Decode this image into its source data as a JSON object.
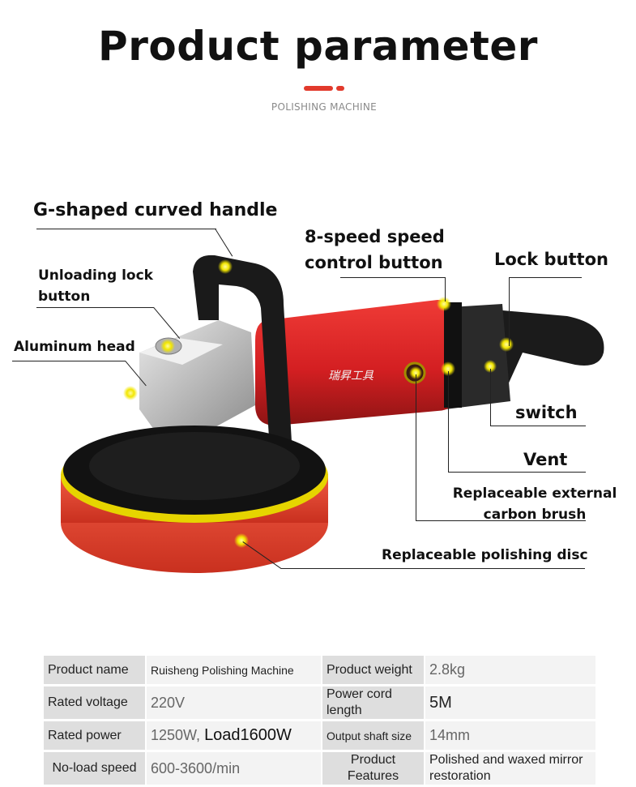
{
  "header": {
    "title": "Product parameter",
    "subtitle": "POLISHING MACHINE"
  },
  "callouts": {
    "handle": "G-shaped curved handle",
    "unloading_lock": "Unloading lock button",
    "aluminum_head": "Aluminum head",
    "speed_control": "8-speed speed control button",
    "lock_button": "Lock button",
    "switch": "switch",
    "vent": "Vent",
    "carbon_brush": "Replaceable external carbon brush",
    "polishing_disc": "Replaceable polishing disc"
  },
  "product": {
    "brand_mark": "瑞昇工具"
  },
  "specs": {
    "rows": [
      {
        "k1": "Product name",
        "v1": "Ruisheng Polishing Machine",
        "k2": "Product weight",
        "v2": "2.8kg"
      },
      {
        "k1": "Rated voltage",
        "v1": "220V",
        "k2": "Power cord length",
        "v2": "5M"
      },
      {
        "k1": "Rated power",
        "v1": "1250W,",
        "v1b": "Load1600W",
        "k2": "Output shaft size",
        "v2": "14mm"
      },
      {
        "k1": "No-load speed",
        "v1": "600-3600/min",
        "k2": "Product Features",
        "v2": "Polished and waxed mirror restoration"
      }
    ]
  },
  "colors": {
    "accent": "#e23a2c",
    "body_red": "#d92424",
    "disc_red": "#e8402e",
    "disc_yellow": "#e6d400",
    "handle_black": "#1a1a1a",
    "head_silver": "#c9c9c9",
    "marker_yellow": "#f2e600"
  }
}
